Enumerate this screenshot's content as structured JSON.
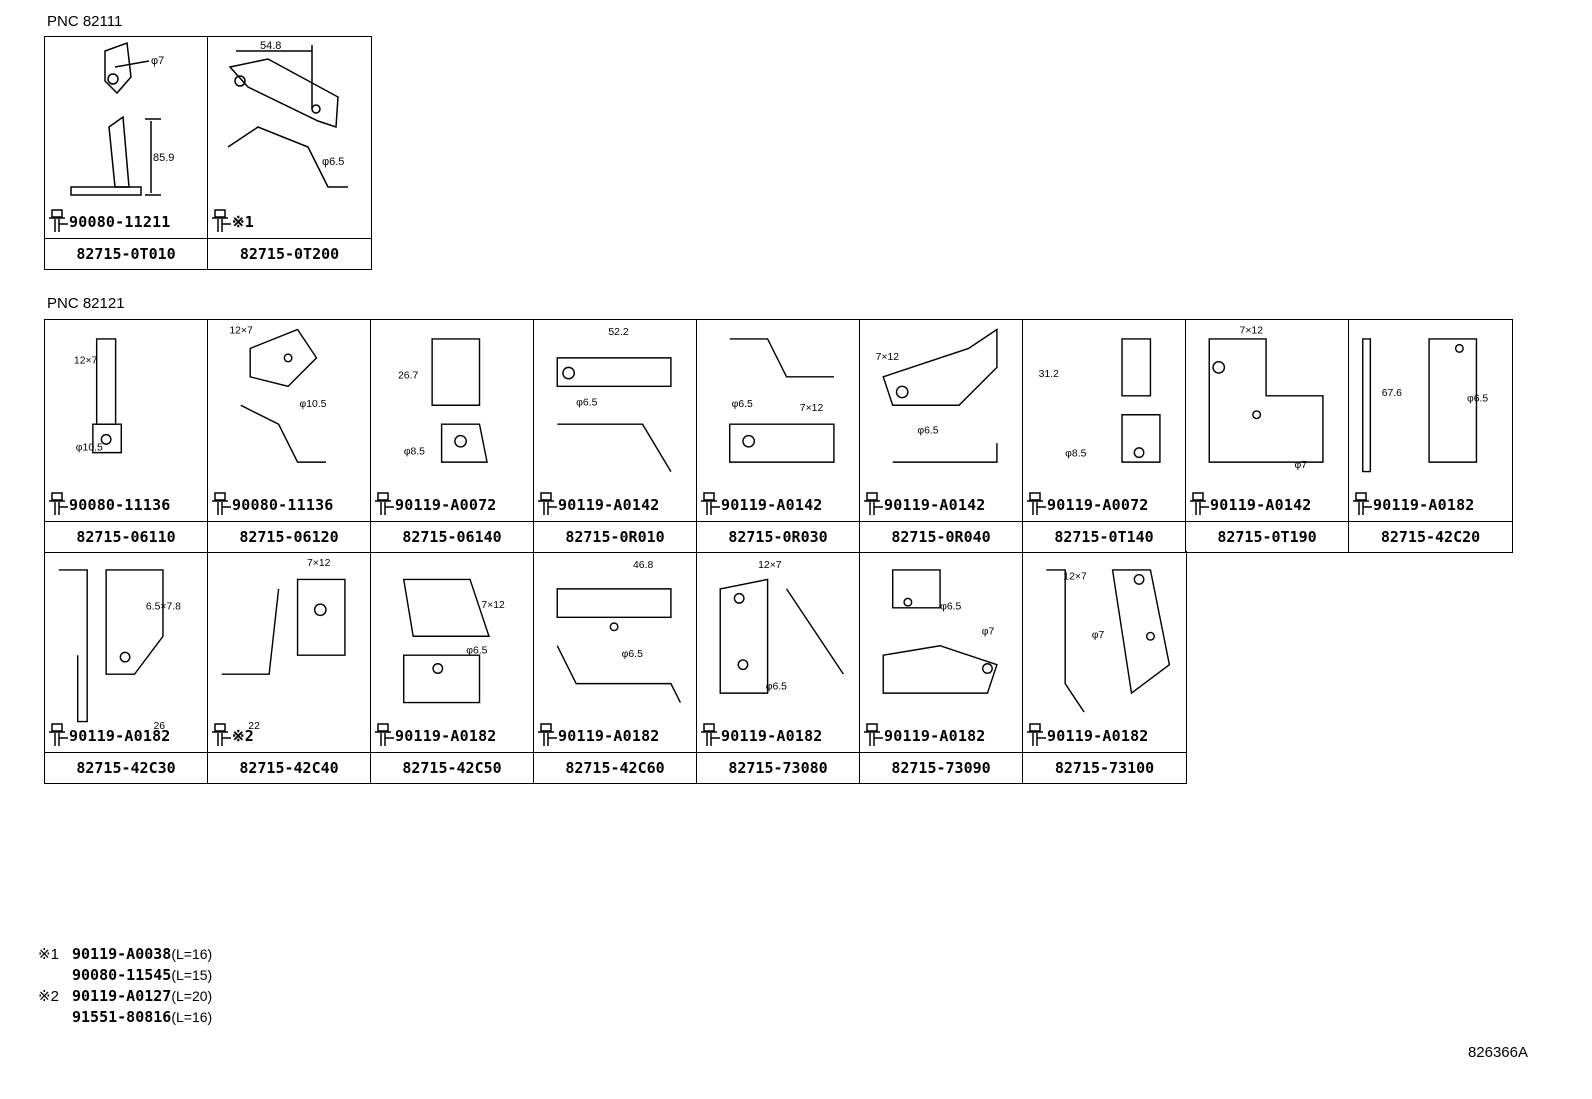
{
  "groups": [
    {
      "title": "PNC 82111",
      "cells": [
        {
          "part": "82715-0T010",
          "bolt": "90080-11211",
          "dims": [
            "φ7",
            "85.9"
          ]
        },
        {
          "part": "82715-0T200",
          "bolt": "※1",
          "dims": [
            "54.8",
            "φ6.5"
          ]
        }
      ]
    },
    {
      "title": "PNC 82121",
      "cells": [
        {
          "part": "82715-06110",
          "bolt": "90080-11136",
          "dims": [
            "12×7",
            "φ10.5"
          ]
        },
        {
          "part": "82715-06120",
          "bolt": "90080-11136",
          "dims": [
            "12×7",
            "φ10.5"
          ]
        },
        {
          "part": "82715-06140",
          "bolt": "90119-A0072",
          "dims": [
            "26.7",
            "φ8.5"
          ]
        },
        {
          "part": "82715-0R010",
          "bolt": "90119-A0142",
          "dims": [
            "52.2",
            "φ6.5"
          ]
        },
        {
          "part": "82715-0R030",
          "bolt": "90119-A0142",
          "dims": [
            "φ6.5",
            "7×12"
          ]
        },
        {
          "part": "82715-0R040",
          "bolt": "90119-A0142",
          "dims": [
            "7×12",
            "φ6.5"
          ]
        },
        {
          "part": "82715-0T140",
          "bolt": "90119-A0072",
          "dims": [
            "31.2",
            "φ8.5"
          ]
        },
        {
          "part": "82715-0T190",
          "bolt": "90119-A0142",
          "dims": [
            "7×12",
            "φ7"
          ]
        },
        {
          "part": "82715-42C20",
          "bolt": "90119-A0182",
          "dims": [
            "67.6",
            "φ6.5"
          ]
        },
        {
          "part": "82715-42C30",
          "bolt": "90119-A0182",
          "dims": [
            "6.5×7.8",
            "26"
          ]
        },
        {
          "part": "82715-42C40",
          "bolt": "※2",
          "dims": [
            "7×12",
            "22"
          ]
        },
        {
          "part": "82715-42C50",
          "bolt": "90119-A0182",
          "dims": [
            "7×12",
            "φ6.5"
          ]
        },
        {
          "part": "82715-42C60",
          "bolt": "90119-A0182",
          "dims": [
            "46.8",
            "φ6.5"
          ]
        },
        {
          "part": "82715-73080",
          "bolt": "90119-A0182",
          "dims": [
            "12×7",
            "φ6.5"
          ]
        },
        {
          "part": "82715-73090",
          "bolt": "90119-A0182",
          "dims": [
            "φ6.5",
            "φ7"
          ]
        },
        {
          "part": "82715-73100",
          "bolt": "90119-A0182",
          "dims": [
            "12×7",
            "φ7"
          ]
        }
      ]
    }
  ],
  "notes": [
    {
      "mark": "※1",
      "part": "90119-A0038",
      "len": "(L=16)"
    },
    {
      "mark": "",
      "part": "90080-11545",
      "len": "(L=15)"
    },
    {
      "mark": "※2",
      "part": "90119-A0127",
      "len": "(L=20)"
    },
    {
      "mark": "",
      "part": "91551-80816",
      "len": "(L=16)"
    }
  ],
  "illustration_code": "826366A"
}
